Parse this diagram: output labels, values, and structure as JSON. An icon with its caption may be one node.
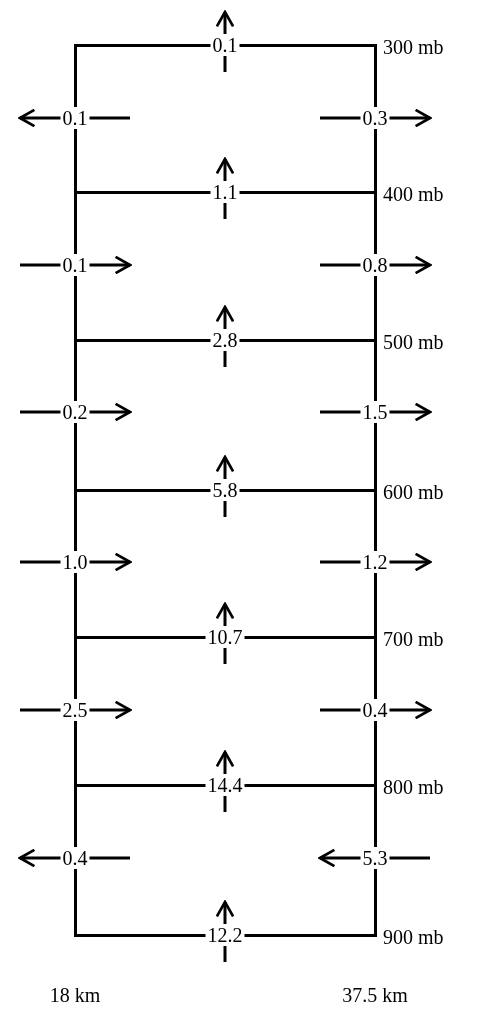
{
  "diagram": {
    "nodes": [
      {
        "text": [],
        "shape": "box"
      },
      {
        "text": [],
        "shape": "box"
      },
      {
        "text": [],
        "shape": "box"
      },
      {
        "text": [],
        "shape": "box"
      },
      {
        "text": [],
        "shape": "box"
      },
      {
        "text": [],
        "shape": "box"
      }
    ],
    "edges": [
      {
        "from": 0,
        "to": null,
        "arrow": "to",
        "label": "0.1"
      },
      {
        "from": 1,
        "to": 0,
        "arrow": "to",
        "label": "1.1"
      },
      {
        "from": 2,
        "to": 1,
        "arrow": "to",
        "label": "2.8"
      },
      {
        "from": 3,
        "to": 2,
        "arrow": "to",
        "label": "5.8"
      },
      {
        "from": 4,
        "to": 3,
        "arrow": "to",
        "label": "10.7"
      },
      {
        "from": 5,
        "to": 4,
        "arrow": "to",
        "label": "14.4"
      },
      {
        "from": null,
        "to": 5,
        "arrow": "to",
        "label": "12.2"
      },
      {
        "from": 0,
        "to": null,
        "arrow": "to",
        "label": "0.1"
      },
      {
        "from": 0,
        "to": null,
        "arrow": "to",
        "label": "0.3"
      },
      {
        "from": null,
        "to": 1,
        "arrow": "to",
        "label": "0.1"
      },
      {
        "from": 1,
        "to": null,
        "arrow": "to",
        "label": "0.8"
      },
      {
        "from": null,
        "to": 2,
        "arrow": "to",
        "label": "0.2"
      },
      {
        "from": 2,
        "to": null,
        "arrow": "to",
        "label": "1.5"
      },
      {
        "from": null,
        "to": 3,
        "arrow": "to",
        "label": "1.0"
      },
      {
        "from": 3,
        "to": null,
        "arrow": "to",
        "label": "1.2"
      },
      {
        "from": null,
        "to": 4,
        "arrow": "to",
        "label": "2.5"
      },
      {
        "from": 4,
        "to": null,
        "arrow": "to",
        "label": "0.4"
      },
      {
        "from": 5,
        "to": null,
        "arrow": "to",
        "label": "0.4"
      },
      {
        "from": null,
        "to": 5,
        "arrow": "to",
        "label": "5.3"
      }
    ],
    "labels": [
      "300 mb",
      "400 mb",
      "500 mb",
      "600 mb",
      "700 mb",
      "800 mb",
      "900 mb",
      "18 km",
      "37.5 km"
    ]
  }
}
